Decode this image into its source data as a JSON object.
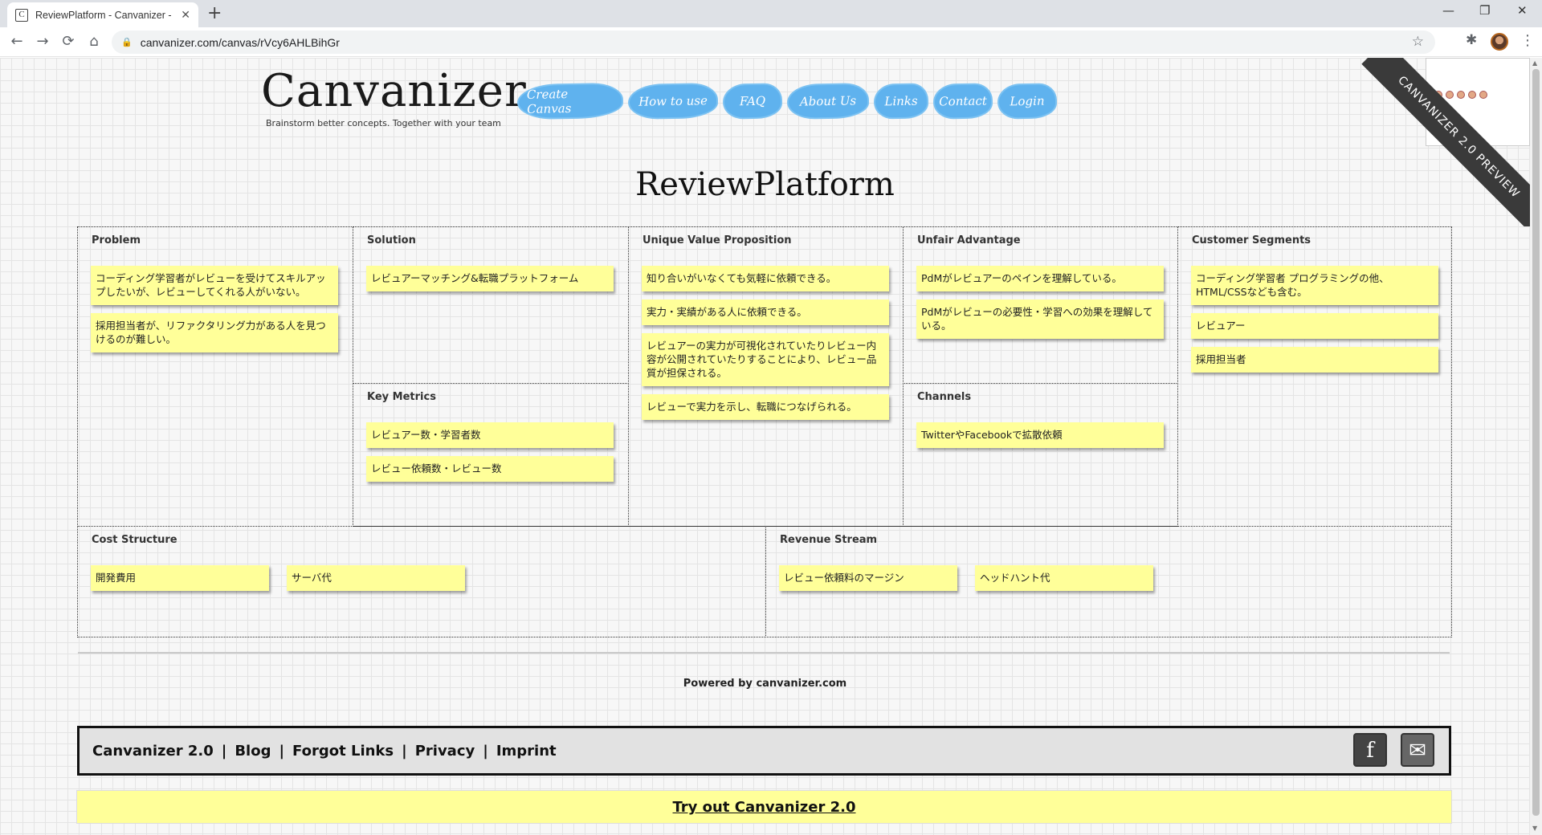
{
  "browser": {
    "tab_title": "ReviewPlatform - Canvanizer - Canvanizer",
    "favicon_letter": "C",
    "url": "canvanizer.com/canvas/rVcy6AHLBihGr",
    "new_tab": "+",
    "close": "✕",
    "minimize": "—",
    "restore": "❐",
    "back": "←",
    "forward": "→",
    "reload": "⟳",
    "home": "⌂",
    "lock": "🔒",
    "star": "☆",
    "extensions": "✱",
    "menu": "⋮"
  },
  "header": {
    "logo": "Canvanizer",
    "tagline": "Brainstorm better concepts. Together with your team",
    "nav": [
      "Create Canvas",
      "How to use",
      "FAQ",
      "About Us",
      "Links",
      "Contact",
      "Login"
    ]
  },
  "corner": {
    "ribbon": "CANVANIZER 2.0 PREVIEW"
  },
  "canvas": {
    "title": "ReviewPlatform",
    "problem": {
      "title": "Problem",
      "notes": [
        "コーディング学習者がレビューを受けてスキルアップしたいが、レビューしてくれる人がいない。",
        "採用担当者が、リファクタリング力がある人を見つけるのが難しい。"
      ]
    },
    "solution": {
      "title": "Solution",
      "notes": [
        "レビュアーマッチング&転職プラットフォーム"
      ]
    },
    "key_metrics": {
      "title": "Key Metrics",
      "notes": [
        "レビュアー数・学習者数",
        "レビュー依頼数・レビュー数"
      ]
    },
    "uvp": {
      "title": "Unique Value Proposition",
      "notes": [
        "知り合いがいなくても気軽に依頼できる。",
        "実力・実績がある人に依頼できる。",
        "レビュアーの実力が可視化されていたりレビュー内容が公開されていたりすることにより、レビュー品質が担保される。",
        "レビューで実力を示し、転職につなげられる。"
      ]
    },
    "unfair_advantage": {
      "title": "Unfair Advantage",
      "notes": [
        "PdMがレビュアーのペインを理解している。",
        "PdMがレビューの必要性・学習への効果を理解している。"
      ]
    },
    "channels": {
      "title": "Channels",
      "notes": [
        "TwitterやFacebookで拡散依頼"
      ]
    },
    "customer_segments": {
      "title": "Customer Segments",
      "notes": [
        "コーディング学習者 プログラミングの他、HTML/CSSなども含む。",
        "レビュアー",
        "採用担当者"
      ]
    },
    "cost_structure": {
      "title": "Cost Structure",
      "notes": [
        "開発費用",
        "サーバ代"
      ]
    },
    "revenue_stream": {
      "title": "Revenue Stream",
      "notes": [
        "レビュー依頼料のマージン",
        "ヘッドハント代"
      ]
    }
  },
  "footer": {
    "powered_prefix": "Powered by ",
    "powered_link": "canvanizer.com",
    "links": [
      "Canvanizer 2.0",
      "Blog",
      "Forgot Links",
      "Privacy",
      "Imprint"
    ],
    "separator": "|",
    "facebook_glyph": "f",
    "twitter_glyph": "✉",
    "try_label": "Try out Canvanizer 2.0"
  }
}
